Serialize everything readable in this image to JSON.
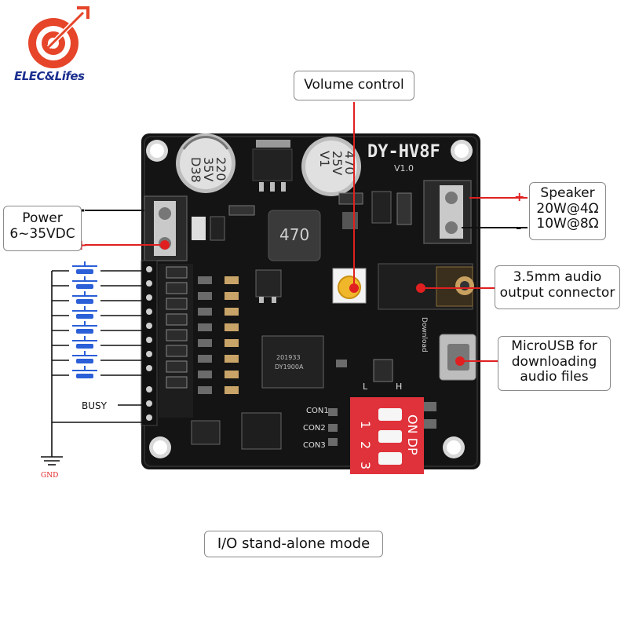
{
  "brand": {
    "logo_icon": "target-arrow-logo-icon",
    "name": "ELEC&Lifes",
    "name_color": "#1b2f8f",
    "logo_color": "#e6452a"
  },
  "board": {
    "model": "DY-HV8F",
    "version": "V1.0",
    "inductor_label": "470",
    "cap_left": [
      "220",
      "35V",
      "D38"
    ],
    "cap_right": [
      "470",
      "25V",
      "V1"
    ],
    "chip_main": "DY1900A",
    "chip_main_code": "201933",
    "usb_label": "Download",
    "con_labels": [
      "CON1",
      "CON2",
      "CON3"
    ],
    "dip_text": "ON DP",
    "dip_numbers": [
      "1",
      "2",
      "3"
    ],
    "dip_low": "L",
    "dip_high": "H",
    "pcb_color": "#141414",
    "dip_color": "#e0323b"
  },
  "callouts": {
    "volume": "Volume control",
    "power": [
      "Power",
      "6~35VDC"
    ],
    "speaker": [
      "Speaker",
      "20W@4Ω",
      "10W@8Ω"
    ],
    "audio_out": [
      "3.5mm audio",
      "output connector"
    ],
    "microusb": [
      "MicroUSB for",
      "downloading",
      "audio files"
    ],
    "mode": "I/O stand-alone mode"
  },
  "signs": {
    "power_minus": "-",
    "power_plus": "+",
    "speaker_plus": "+",
    "speaker_minus": "-"
  },
  "io": {
    "busy": "BUSY",
    "gnd": "GND",
    "button_count": 8
  },
  "colors": {
    "leader_red": "#e02020",
    "plus_red": "#e02020",
    "wire_black": "#111111",
    "button_blue": "#2a5fd8"
  }
}
